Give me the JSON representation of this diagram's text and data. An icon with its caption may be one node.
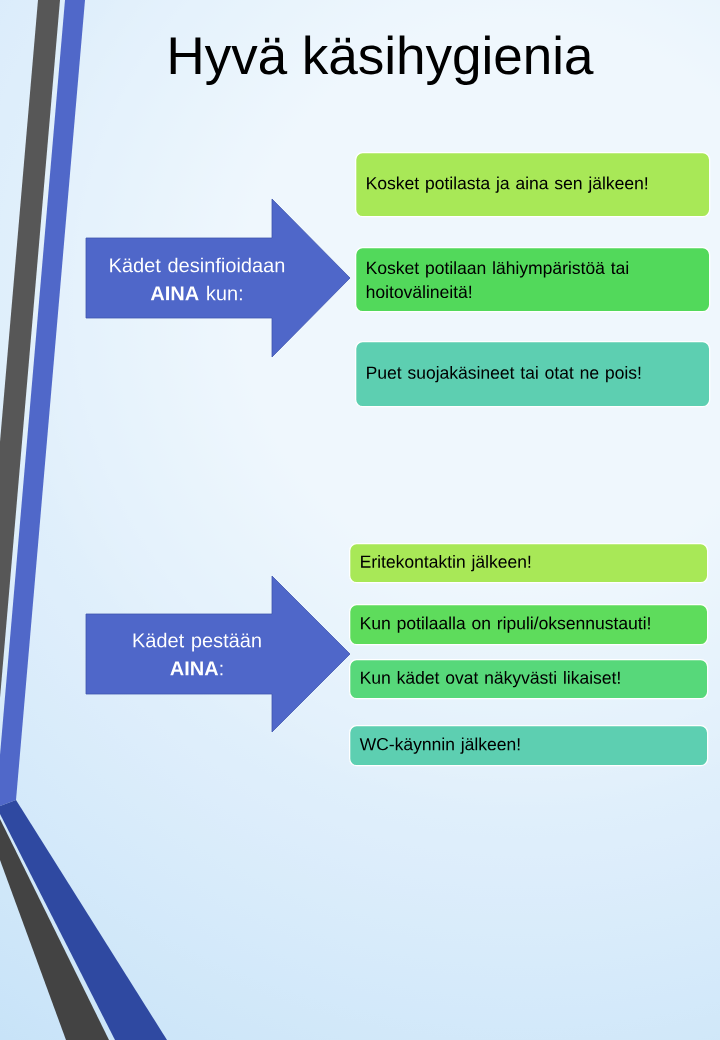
{
  "diagram": {
    "title": "Hyvä käsihygienia",
    "nodes": [
      {
        "text": [
          "Kädet desinfioidaan **AINA** kun:"
        ]
      },
      {
        "text": [
          "Kosket potilasta ja aina sen jälkeen!"
        ]
      },
      {
        "text": [
          "Kosket potilaan lähiympäristöä tai hoitovälineitä!"
        ]
      },
      {
        "text": [
          "Puet suojakäsineet tai otat ne pois!"
        ]
      },
      {
        "text": [
          "Kädet pestään **AINA**:"
        ]
      },
      {
        "text": [
          "Eritekontaktin jälkeen!"
        ]
      },
      {
        "text": [
          "Kun potilaalla on ripuli/oksennustauti!"
        ]
      },
      {
        "text": [
          "Kun kädet ovat näkyvästi likaiset!"
        ]
      },
      {
        "text": [
          "WC-käynnin jälkeen!"
        ]
      }
    ]
  }
}
